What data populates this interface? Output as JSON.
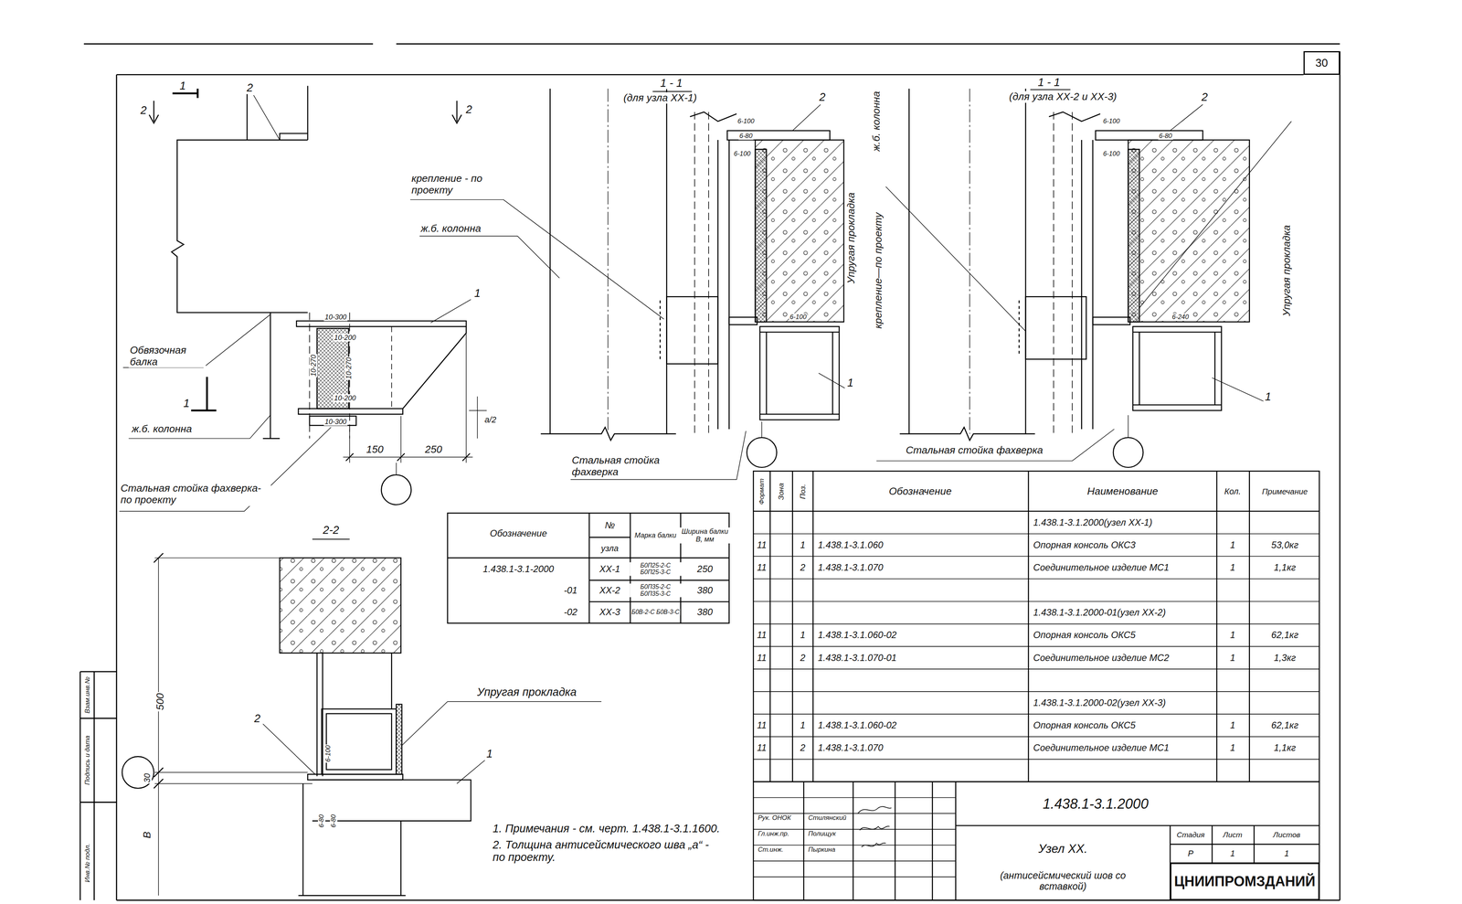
{
  "diagram": {
    "nodes": [
      {
        "text": [
          "30"
        ]
      },
      {
        "text": [
          "ЦНИИПРОМЗДАНИЙ"
        ]
      }
    ],
    "labels": [
      "1",
      "2",
      "2",
      "2",
      "крепление - по проекту",
      "ж.б. колонна",
      "1",
      "Обвязочная балка",
      "1",
      "ж.б. колонна",
      "10-300",
      "10-200",
      "10-270",
      "10-270",
      "10-200",
      "10-300",
      "а/2",
      "150",
      "250",
      "Стальная стойка фахверка-по проекту",
      "2-2",
      "1 - 1",
      "(для узла XX-1)",
      "2",
      "6-100",
      "6-80",
      "6-100",
      "6-100",
      "Упругая прокладка",
      "ж.б. колонна",
      "крепление—по проекту",
      "1",
      "Стальная стойка фахверка",
      "1 - 1",
      "(для узла XX-2 и XX-3)",
      "2",
      "6-100",
      "6-80",
      "6-100",
      "6-240",
      "Упругая прокладка",
      "1",
      "Стальная стойка фахверка",
      "Упругая прокладка",
      "2",
      "1",
      "6-100",
      "6-80",
      "6-80",
      "500",
      "30",
      "В",
      "Обозначение",
      "№",
      "узла",
      "Марка балки",
      "Ширина балки В, мм",
      "1.438.1-3.1-2000",
      "XX-1",
      "Б0П25-2-С Б0П25-3-С",
      "250",
      "-01",
      "XX-2",
      "Б0П35-2-С Б0П35-3-С",
      "380",
      "-02",
      "XX-3",
      "Б0В-2-С Б0В-3-С",
      "380",
      "Формат",
      "Зона",
      "Поз.",
      "Обозначение",
      "Наименование",
      "Кол.",
      "Примечание",
      "1.438.1-3.1.2000(узел XX-1)",
      "11",
      "1",
      "1.438.1-3.1.060",
      "Опорная консоль ОКС3",
      "1",
      "53,0кг",
      "11",
      "2",
      "1.438.1-3.1.070",
      "Соединительное изделие МС1",
      "1",
      "1,1кг",
      "1.438.1-3.1.2000-01(узел XX-2)",
      "11",
      "1",
      "1.438.1-3.1.060-02",
      "Опорная консоль ОКС5",
      "1",
      "62,1кг",
      "11",
      "2",
      "1.438.1-3.1.070-01",
      "Соединительное изделие МС2",
      "1",
      "1,3кг",
      "1.438.1-3.1.2000-02(узел XX-3)",
      "11",
      "1",
      "1.438.1-3.1.060-02",
      "Опорная консоль ОКС5",
      "1",
      "62,1кг",
      "11",
      "2",
      "1.438.1-3.1.070",
      "Соединительное изделие МС1",
      "1",
      "1,1кг",
      "1. Примечания - см. черт. 1.438.1-3.1.1600.",
      "2. Толщина антисейсмического шва „а“ - по проекту.",
      "Рук. ОНОК",
      "Стилянский",
      "Гл.инж.пр.",
      "Полищук",
      "Ст.инж.",
      "Пыркина",
      "1.438.1-3.1.2000",
      "Узел XX.",
      "(антисейсмический шов со вставкой)",
      "Стадия",
      "Лист",
      "Листов",
      "Р",
      "1",
      "1",
      "Инв.№ подл.",
      "Подпись и дата",
      "Взам.инв.№"
    ]
  }
}
